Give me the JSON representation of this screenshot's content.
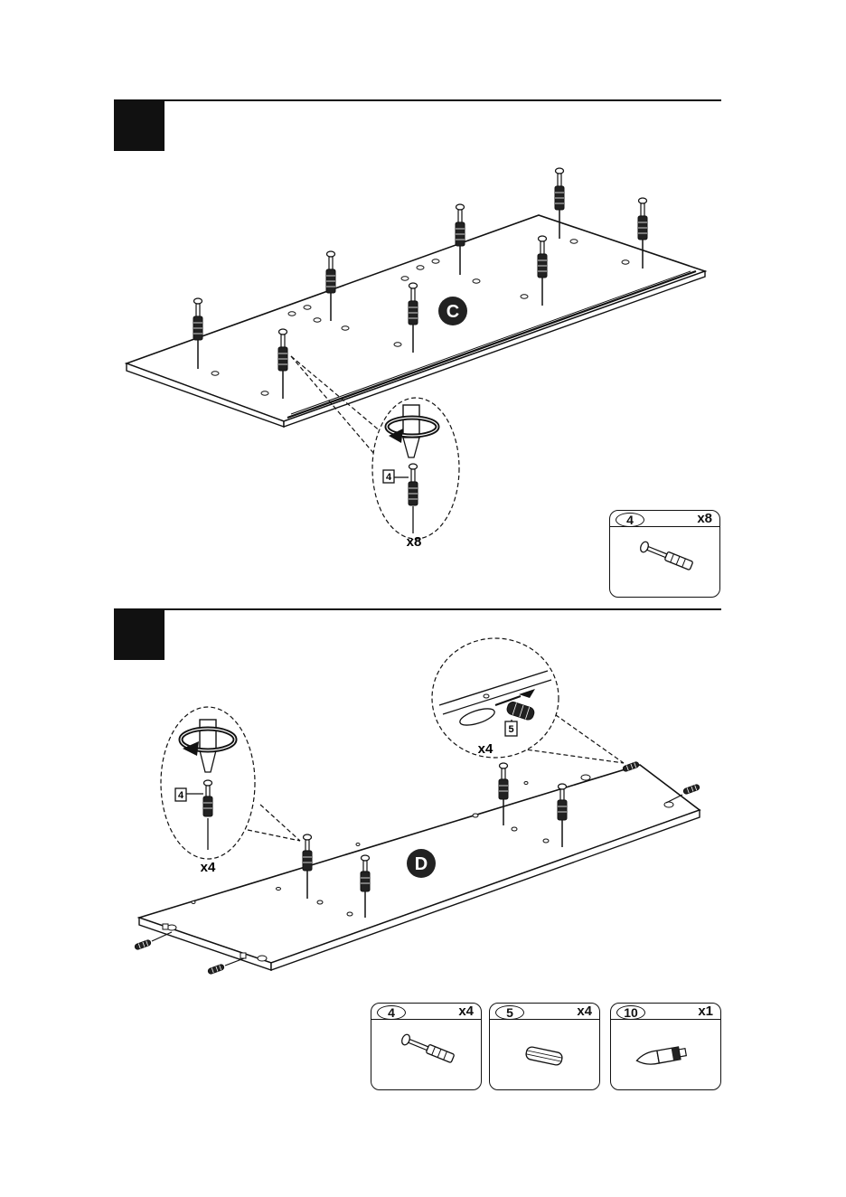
{
  "step1": {
    "panel_label": "C",
    "detail_part_number": "4",
    "detail_quantity": "x8",
    "parts": [
      {
        "number": "4",
        "quantity": "x8",
        "icon": "cam-bolt-icon"
      }
    ]
  },
  "step2": {
    "panel_label": "D",
    "detail_left_part_number": "4",
    "detail_left_quantity": "x4",
    "detail_right_part_number": "5",
    "detail_right_quantity": "x4",
    "parts": [
      {
        "number": "4",
        "quantity": "x4",
        "icon": "cam-bolt-icon"
      },
      {
        "number": "5",
        "quantity": "x4",
        "icon": "wooden-dowel-icon"
      },
      {
        "number": "10",
        "quantity": "x1",
        "icon": "cam-tool-icon"
      }
    ]
  }
}
